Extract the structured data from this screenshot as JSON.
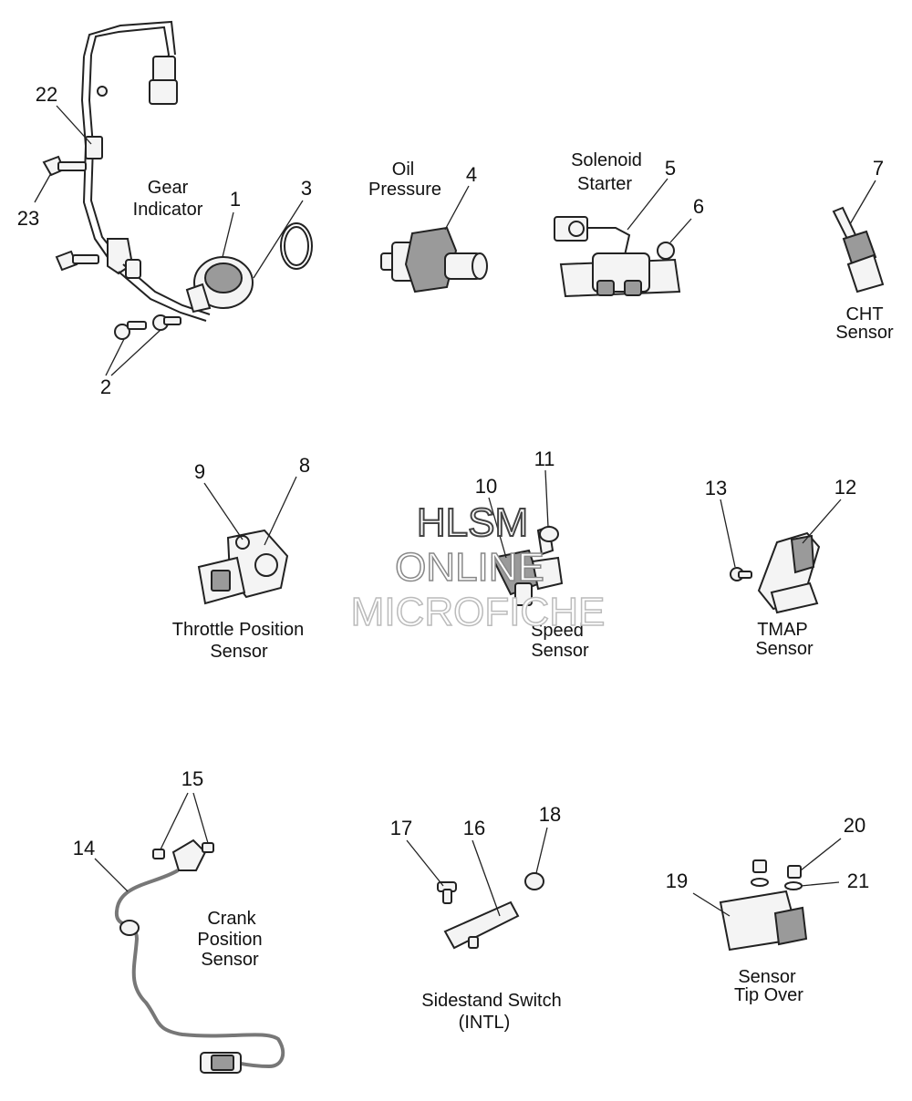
{
  "groups": {
    "gear_indicator": {
      "line1": "Gear",
      "line2": "Indicator"
    },
    "oil_pressure": {
      "line1": "Oil",
      "line2": "Pressure"
    },
    "solenoid_starter": {
      "line1": "Solenoid",
      "line2": "Starter"
    },
    "cht_sensor": {
      "line1": "CHT",
      "line2": "Sensor"
    },
    "throttle_position_sensor": {
      "line1": "Throttle Position",
      "line2": "Sensor"
    },
    "speed_sensor": {
      "line1": "Speed",
      "line2": "Sensor"
    },
    "tmap_sensor": {
      "line1": "TMAP",
      "line2": "Sensor"
    },
    "crank_position_sensor": {
      "line1": "Crank",
      "line2": "Position",
      "line3": "Sensor"
    },
    "sidestand_switch": {
      "line1": "Sidestand Switch",
      "line2": "(INTL)"
    },
    "sensor_tip_over": {
      "line1": "Sensor",
      "line2": "Tip Over"
    }
  },
  "callouts": {
    "n1": "1",
    "n2": "2",
    "n3": "3",
    "n4": "4",
    "n5": "5",
    "n6": "6",
    "n7": "7",
    "n8": "8",
    "n9": "9",
    "n10": "10",
    "n11": "11",
    "n12": "12",
    "n13": "13",
    "n14": "14",
    "n15": "15",
    "n16": "16",
    "n17": "17",
    "n18": "18",
    "n19": "19",
    "n20": "20",
    "n21": "21",
    "n22": "22",
    "n23": "23"
  },
  "watermark": {
    "line1": "HLSM",
    "line2": "ONLINE",
    "line3": "MICROFICHE"
  }
}
